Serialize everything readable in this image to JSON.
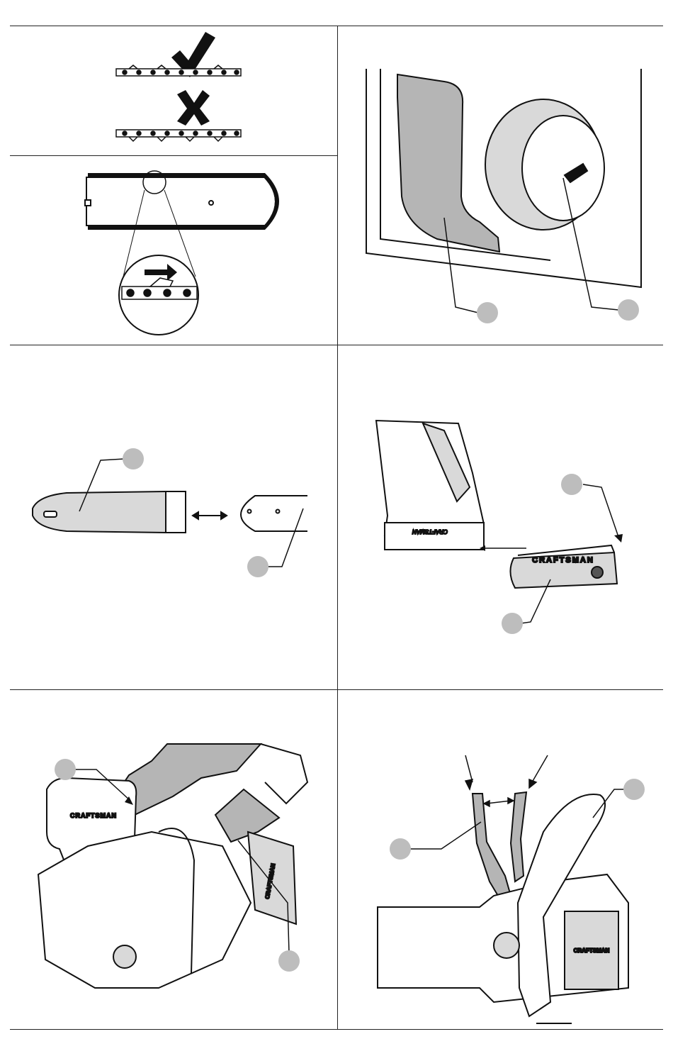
{
  "document": {
    "panels": [
      {
        "id": "chain-direction-check",
        "marks": {
          "correct": "check-mark",
          "incorrect": "x-mark"
        }
      },
      {
        "id": "chain-direction-on-bar"
      },
      {
        "id": "oil-cap-and-window",
        "callouts": [
          "",
          ""
        ]
      },
      {
        "id": "bar-cover-removal",
        "callouts": [
          "",
          ""
        ]
      },
      {
        "id": "battery-insertion",
        "callouts": [
          "",
          ""
        ],
        "brand": "CRAFTSMAN"
      },
      {
        "id": "chain-brake-operation",
        "callouts": [
          "",
          ""
        ],
        "brand": "CRAFTSMAN"
      },
      {
        "id": "trigger-lockout",
        "callouts": [
          "",
          ""
        ],
        "brand": "CRAFTSMAN"
      }
    ]
  },
  "colors": {
    "line": "#1a1a1a",
    "fill_gray": "#b5b5b5",
    "fill_light": "#d9d9d9",
    "callout_fill": "#bdbdbd"
  }
}
